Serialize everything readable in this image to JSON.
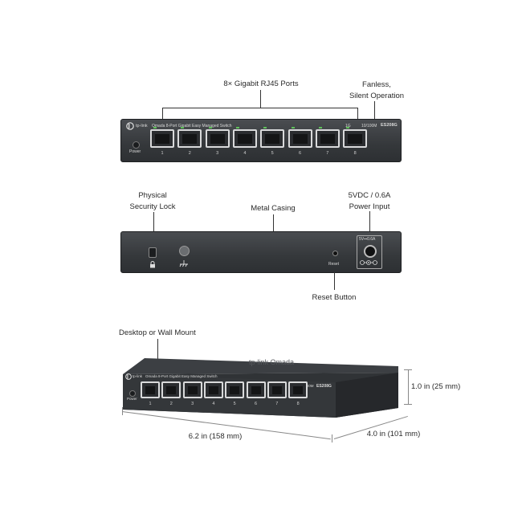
{
  "callouts": {
    "ports": "8× Gigabit RJ45 Ports",
    "fanless_line1": "Fanless,",
    "fanless_line2": "Silent Operation",
    "security_line1": "Physical",
    "security_line2": "Security Lock",
    "casing": "Metal Casing",
    "power_line1": "5VDC / 0.6A",
    "power_line2": "Power Input",
    "reset": "Reset Button",
    "mount": "Desktop or Wall Mount"
  },
  "front_panel": {
    "brand": "tp-link",
    "model_line": "Omada 8-Port Gigabit Easy Managed Switch",
    "speed_1g": "1G",
    "speed_10_100": "10/100M",
    "model": "ES208G",
    "power_label": "Power",
    "port_numbers": [
      "1",
      "2",
      "3",
      "4",
      "5",
      "6",
      "7",
      "8"
    ]
  },
  "back_panel": {
    "power_rating": "5V⎓0.6A",
    "reset_label": "Reset"
  },
  "dimensions": {
    "width": "6.2  in (158 mm)",
    "depth": "4.0  in (101 mm)",
    "height": "1.0 in (25 mm)"
  },
  "colors": {
    "casing": "#35383b",
    "led_green": "#5fbf5a",
    "port_outline": "#d9dadb"
  },
  "icons": [
    "lock-icon",
    "ground-icon",
    "dc-polarity-icon",
    "tp-link-logo"
  ]
}
